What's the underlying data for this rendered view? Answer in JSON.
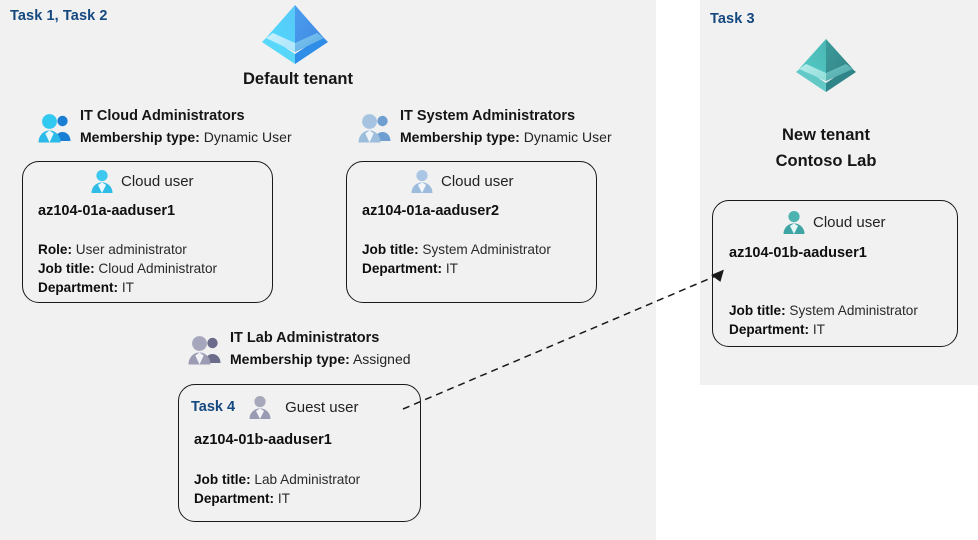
{
  "panels": {
    "left": {
      "task_tag": "Task 1, Task 2"
    },
    "right": {
      "task_tag": "Task 3"
    }
  },
  "tenants": {
    "default": {
      "icon": "azure-ad-tenant-icon",
      "caption": "Default tenant",
      "color": "#3fa9f5"
    },
    "new": {
      "icon": "azure-ad-tenant-icon",
      "caption_line1": "New  tenant",
      "caption_line2": "Contoso Lab",
      "color": "#45b5b0"
    }
  },
  "groups": [
    {
      "icon": "group-users-icon",
      "name": "IT Cloud Administrators",
      "membership_label": "Membership type:",
      "membership_value": "Dynamic User",
      "color": "#1fb8ec"
    },
    {
      "icon": "group-users-icon",
      "name": "IT System Administrators",
      "membership_label": "Membership type:",
      "membership_value": "Dynamic User",
      "color": "#8fb4d9"
    },
    {
      "icon": "group-users-icon",
      "name": "IT Lab Administrators",
      "membership_label": "Membership type:",
      "membership_value": "Assigned",
      "color": "#9a9ab5"
    }
  ],
  "cards": [
    {
      "id": "aaduser1",
      "user_icon": "cloud-user-icon",
      "user_type": "Cloud user",
      "username": "az104-01a-aaduser1",
      "task_tag": "",
      "props": [
        {
          "label": "Role:",
          "value": "User administrator"
        },
        {
          "label": "Job title:",
          "value": "Cloud Administrator"
        },
        {
          "label": "Department:",
          "value": "IT"
        }
      ]
    },
    {
      "id": "aaduser2",
      "user_icon": "cloud-user-icon",
      "user_type": "Cloud user",
      "username": "az104-01a-aaduser2",
      "task_tag": "",
      "props": [
        {
          "label": "Job title:",
          "value": "System Administrator"
        },
        {
          "label": "Department:",
          "value": "IT"
        }
      ]
    },
    {
      "id": "guest",
      "user_icon": "guest-user-icon",
      "user_type": "Guest user",
      "username": "az104-01b-aaduser1",
      "task_tag": "Task 4",
      "props": [
        {
          "label": "Job title:",
          "value": "Lab Administrator"
        },
        {
          "label": "Department:",
          "value": "IT"
        }
      ]
    },
    {
      "id": "bnewuser",
      "user_icon": "cloud-user-icon",
      "user_type": "Cloud user",
      "username": "az104-01b-aaduser1",
      "task_tag": "",
      "props": [
        {
          "label": "Job title:",
          "value": "System Administrator"
        },
        {
          "label": "Department:",
          "value": "IT"
        }
      ]
    }
  ],
  "connector": {
    "name": "guest-invite-arrow",
    "style": "dashed",
    "color": "#1a1a1a"
  }
}
